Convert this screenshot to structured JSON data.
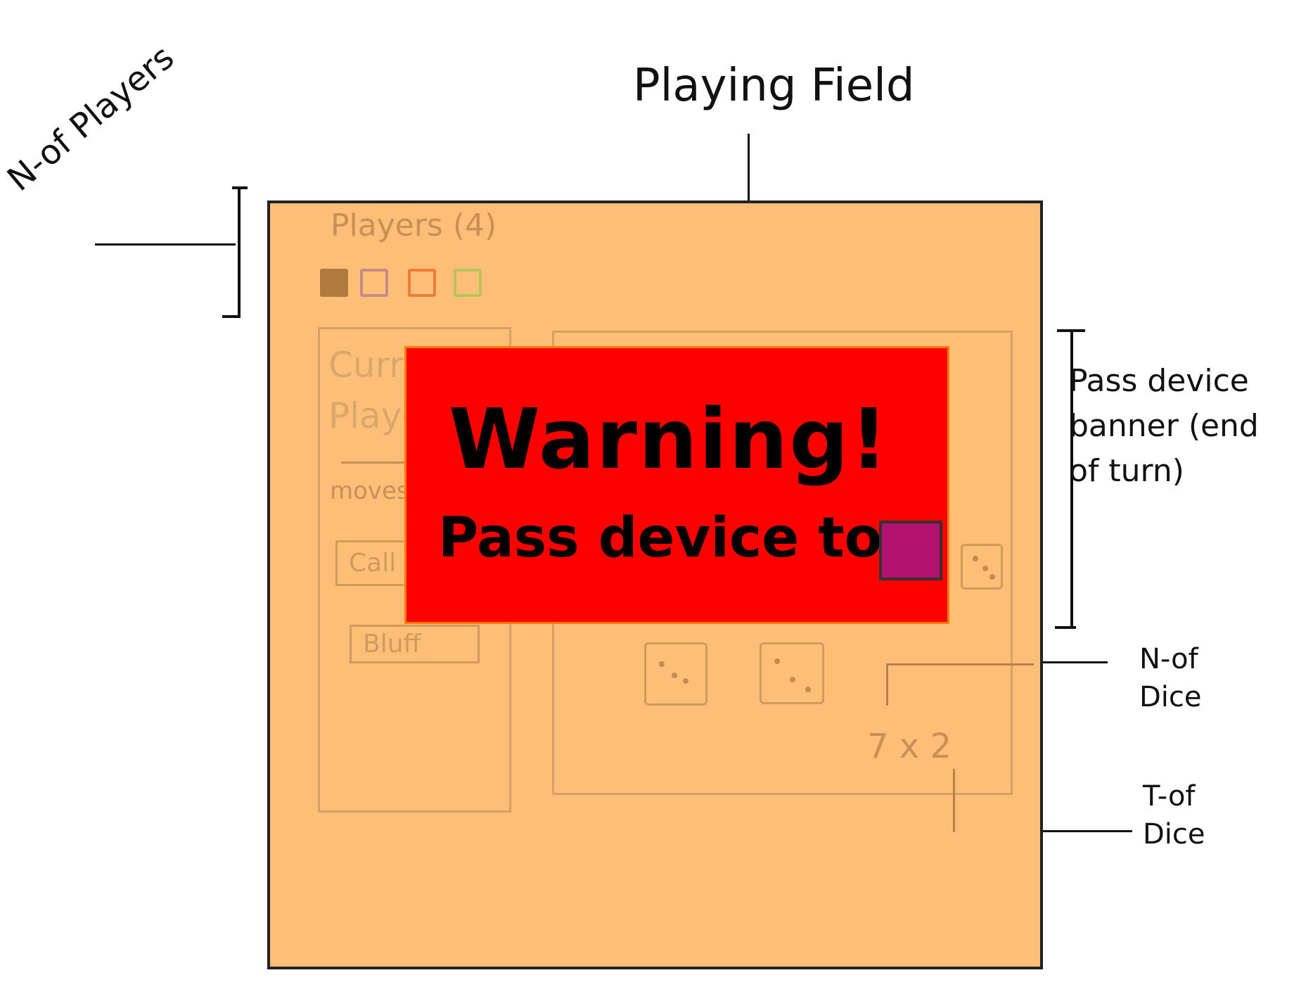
{
  "annotations": {
    "playing_field": "Playing Field",
    "n_of_players": "N-of Players",
    "pass_device_banner": "Pass device banner (end of turn)",
    "n_of_dice": "N-of Dice",
    "t_of_dice": "T-of Dice"
  },
  "board": {
    "players_label": "Players (4)",
    "player_colors": [
      "#b07a3c",
      "#c58a8a",
      "#f07a3a",
      "#b7c45a"
    ],
    "sidebar": {
      "title": "Current Player",
      "moves_label": "moves:",
      "call_button": "Call",
      "bluff_button": "Bluff"
    },
    "field": {
      "dice_summary": "7 x 2"
    }
  },
  "banner": {
    "title": "Warning!",
    "message": "Pass device to",
    "target_color": "#b3126f"
  }
}
